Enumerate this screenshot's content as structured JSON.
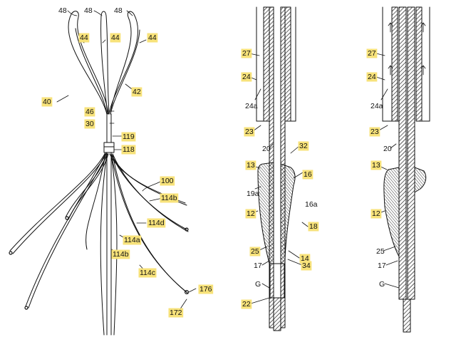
{
  "figure_a": {
    "labels": {
      "l48a": "48",
      "l48b": "48",
      "l48c": "48",
      "l44a": "44",
      "l44b": "44",
      "l44c": "44",
      "l40": "40",
      "l42": "42",
      "l46": "46",
      "l30": "30",
      "l119": "119",
      "l118": "118",
      "l100": "100",
      "l114b_top": "114b",
      "l114d": "114d",
      "l114a": "114a",
      "l114b_bot": "114b",
      "l114c": "114c",
      "l176": "176",
      "l172": "172"
    }
  },
  "figure_b": {
    "labels": {
      "l27": "27",
      "l24": "24",
      "l24a": "24a",
      "l23": "23",
      "l20": "20",
      "l32": "32",
      "l13": "13",
      "l16": "16",
      "l19a": "19a",
      "l16a": "16a",
      "l12": "12",
      "l18": "18",
      "l25": "25",
      "l14": "14",
      "l17": "17",
      "l34": "34",
      "lG": "G",
      "l22": "22"
    }
  },
  "figure_c": {
    "labels": {
      "l27": "27",
      "l24": "24",
      "l24a": "24a",
      "l23": "23",
      "l20": "20",
      "l13": "13",
      "l12": "12",
      "l25": "25",
      "l17": "17",
      "lG": "G"
    }
  },
  "highlight_color": "#f7e27a",
  "ink_color": "#111111"
}
